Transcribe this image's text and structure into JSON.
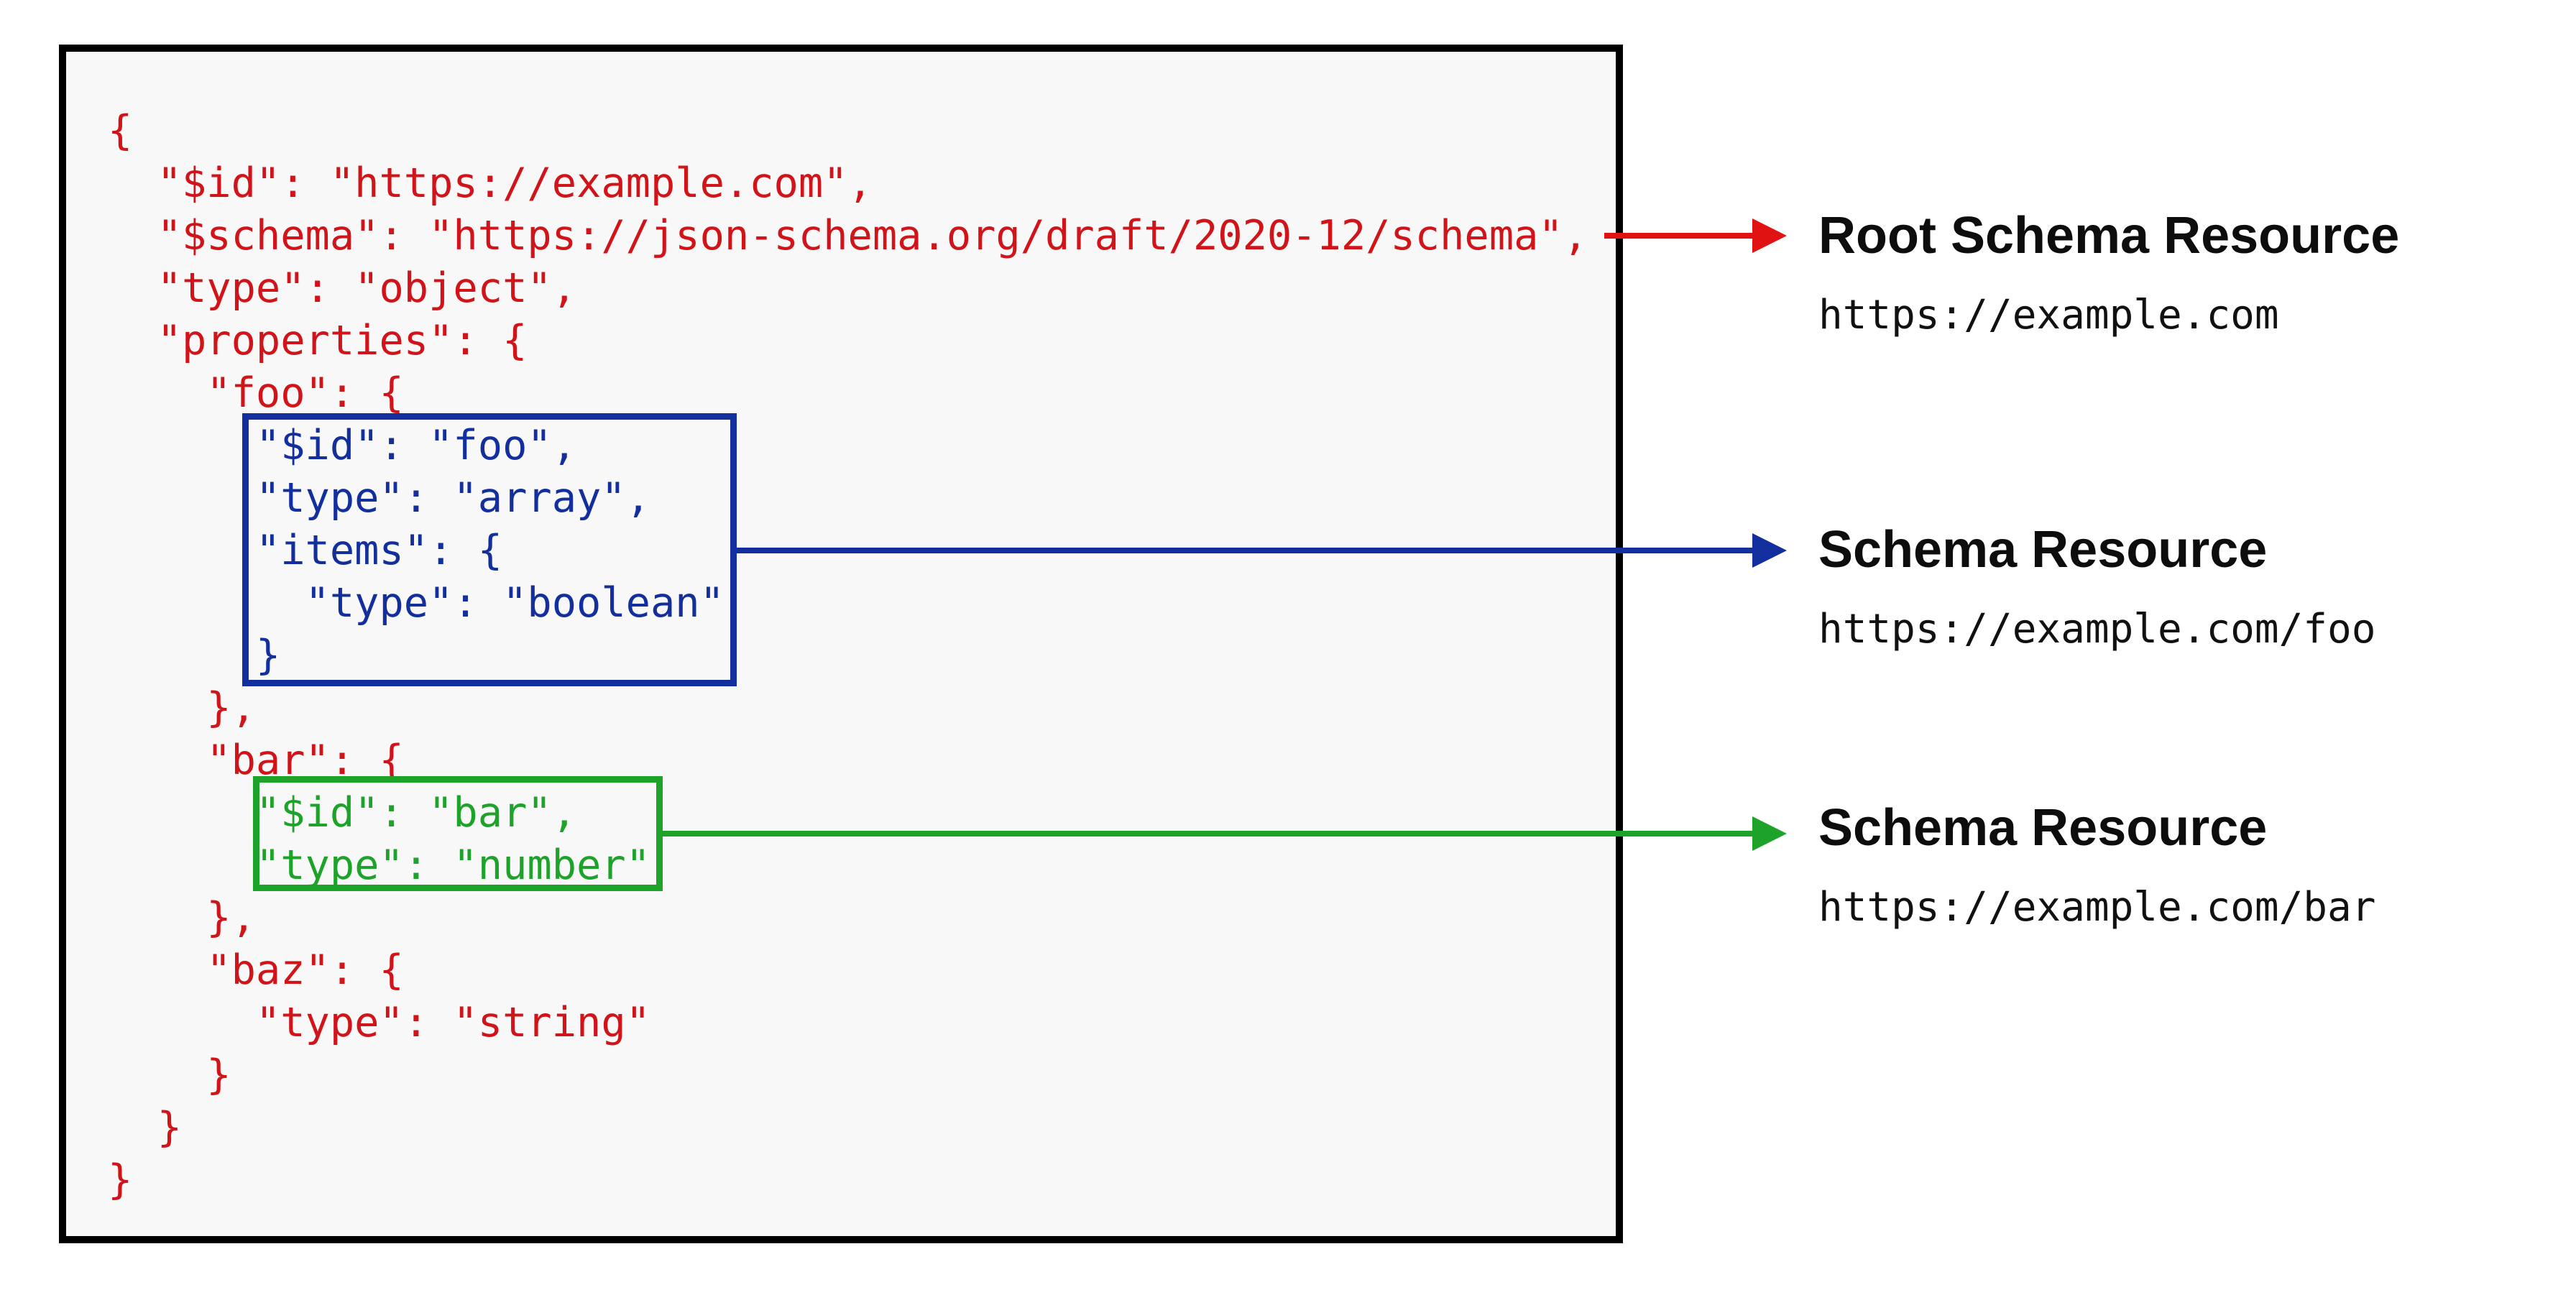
{
  "page": {
    "background": "#ffffff",
    "description": "JSON Schema documentation diagram showing a root schema resource with embedded schema resources"
  },
  "code_panel": {
    "background": "#f8f8f8",
    "border_color": "#000000",
    "lines": [
      {
        "text": "{",
        "resource": "root"
      },
      {
        "text": "  \"$id\": \"https://example.com\",",
        "resource": "root"
      },
      {
        "text": "  \"$schema\": \"https://json-schema.org/draft/2020-12/schema\",",
        "resource": "root"
      },
      {
        "text": "  \"type\": \"object\",",
        "resource": "root"
      },
      {
        "text": "  \"properties\": {",
        "resource": "root"
      },
      {
        "text": "    \"foo\": {",
        "resource": "root"
      },
      {
        "text": "      \"$id\": \"foo\",",
        "resource": "foo"
      },
      {
        "text": "      \"type\": \"array\",",
        "resource": "foo"
      },
      {
        "text": "      \"items\": {",
        "resource": "foo"
      },
      {
        "text": "        \"type\": \"boolean\"",
        "resource": "foo"
      },
      {
        "text": "      }",
        "resource": "foo"
      },
      {
        "text": "    },",
        "resource": "root"
      },
      {
        "text": "    \"bar\": {",
        "resource": "root"
      },
      {
        "text": "      \"$id\": \"bar\",",
        "resource": "bar"
      },
      {
        "text": "      \"type\": \"number\"",
        "resource": "bar"
      },
      {
        "text": "    },",
        "resource": "root"
      },
      {
        "text": "    \"baz\": {",
        "resource": "root"
      },
      {
        "text": "      \"type\": \"string\"",
        "resource": "root"
      },
      {
        "text": "    }",
        "resource": "root"
      },
      {
        "text": "  }",
        "resource": "root"
      },
      {
        "text": "}",
        "resource": "root"
      }
    ]
  },
  "colors": {
    "code_red": "#d01419",
    "arrow_red": "#e01212",
    "schema_blue": "#132f9d",
    "schema_green": "#1ea32a",
    "panel_border": "#000000",
    "label_black": "#0d0d0d"
  },
  "annotations": [
    {
      "id": "root",
      "title": "Root Schema Resource",
      "url": "https://example.com",
      "arrow_color": "#e01212"
    },
    {
      "id": "foo",
      "title": "Schema Resource",
      "url": "https://example.com/foo",
      "arrow_color": "#132f9d"
    },
    {
      "id": "bar",
      "title": "Schema Resource",
      "url": "https://example.com/bar",
      "arrow_color": "#1ea32a"
    }
  ]
}
